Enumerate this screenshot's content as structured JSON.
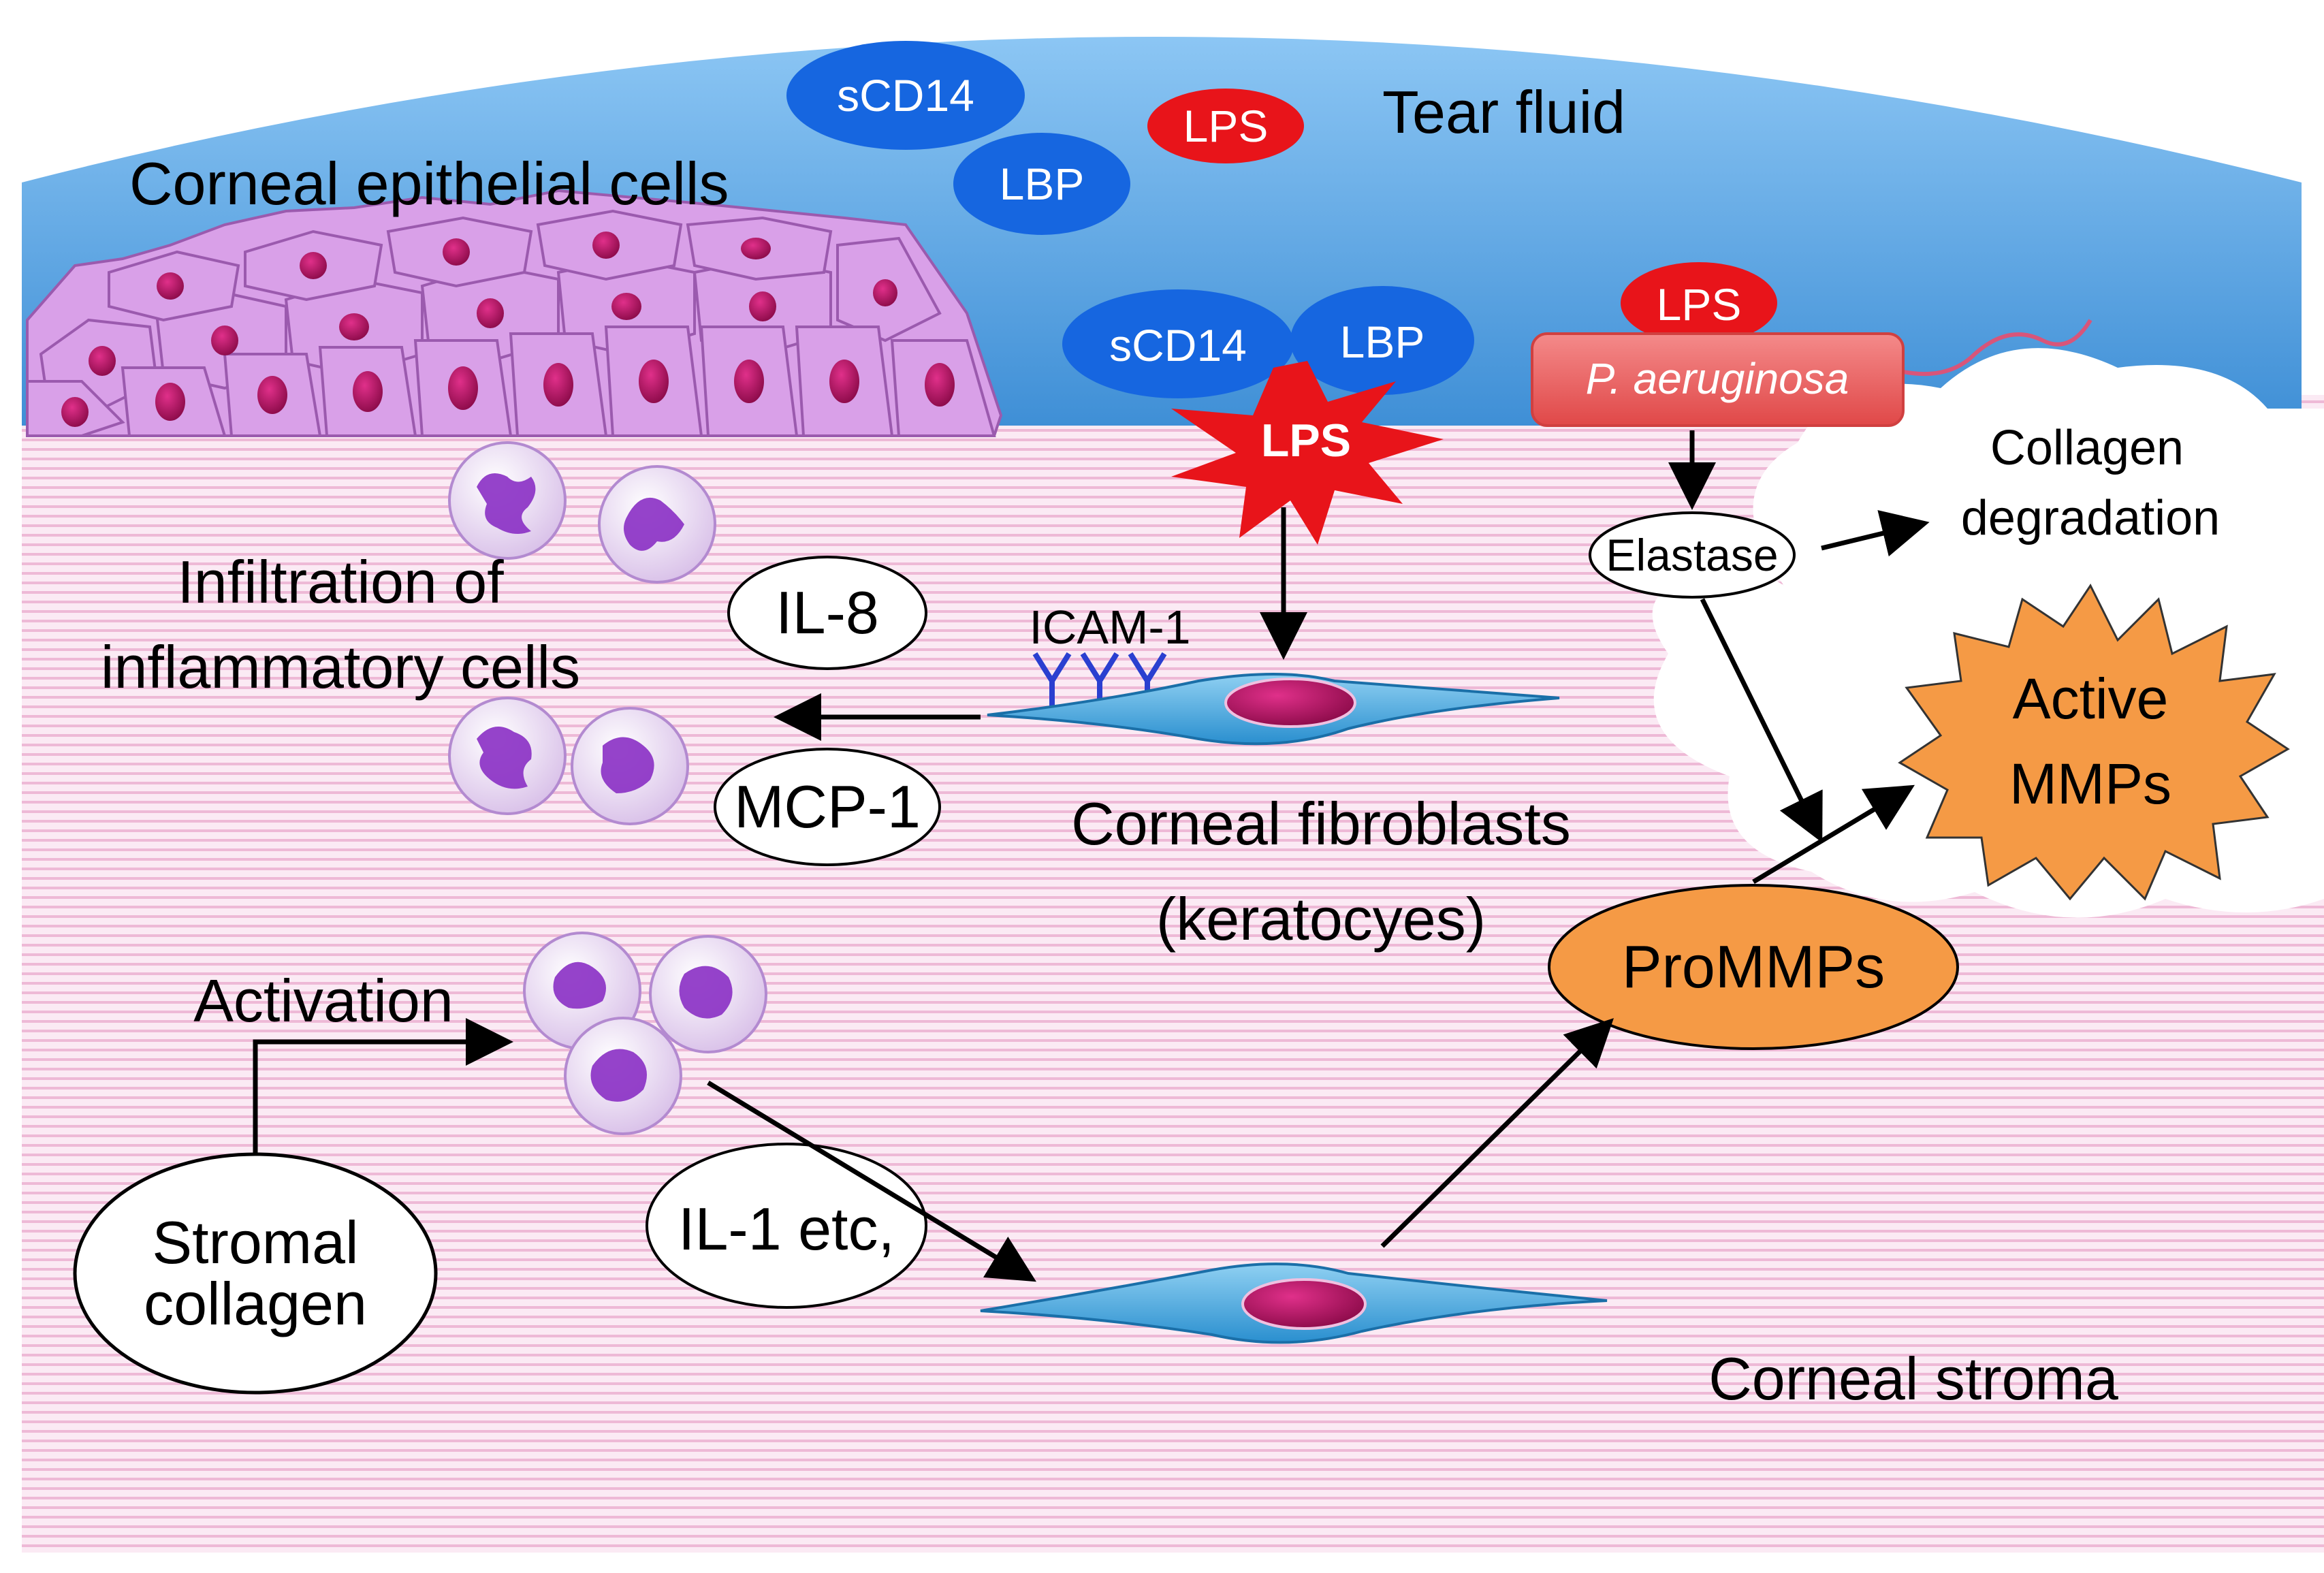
{
  "colors": {
    "tear_fluid_top": "#7fbcf0",
    "tear_fluid_bottom": "#3f8fd6",
    "stroma_base": "#fbeaf4",
    "stroma_stripe": "#eeb9d6",
    "epithelial_cell": "#d9a0e8",
    "nucleus": "#b0105c",
    "blue_protein": "#1666e0",
    "lps_red": "#e8141a",
    "bacterium": "#ea6262",
    "flagellum": "#d8557a",
    "fibroblast": "#3fa3dc",
    "icam": "#2a3fd0",
    "mmp_orange": "#f59a45",
    "leukocyte_body": "#e9d6f2",
    "leukocyte_nucleus": "#8a2fc4",
    "arrow": "#000000"
  },
  "labels": {
    "tear_fluid": "Tear fluid",
    "corneal_epithelial_cells": "Corneal epithelial cells",
    "scd14": "sCD14",
    "lbp": "LBP",
    "lps": "LPS",
    "p_aeruginosa": "P. aeruginosa",
    "elastase": "Elastase",
    "collagen_line1": "Collagen",
    "collagen_line2": "degradation",
    "active_line1": "Active",
    "active_line2": "MMPs",
    "infiltration_line1": "Infiltration of",
    "infiltration_line2": "inflammatory cells",
    "il8": "IL-8",
    "icam1": "ICAM-1",
    "mcp1": "MCP-1",
    "fibroblasts_line1": "Corneal fibroblasts",
    "fibroblasts_line2": "(keratocyes)",
    "prommps": "ProMMPs",
    "activation": "Activation",
    "il1": "IL-1 etc,",
    "stromal_line1": "Stromal",
    "stromal_line2": "collagen",
    "corneal_stroma": "Corneal stroma"
  }
}
